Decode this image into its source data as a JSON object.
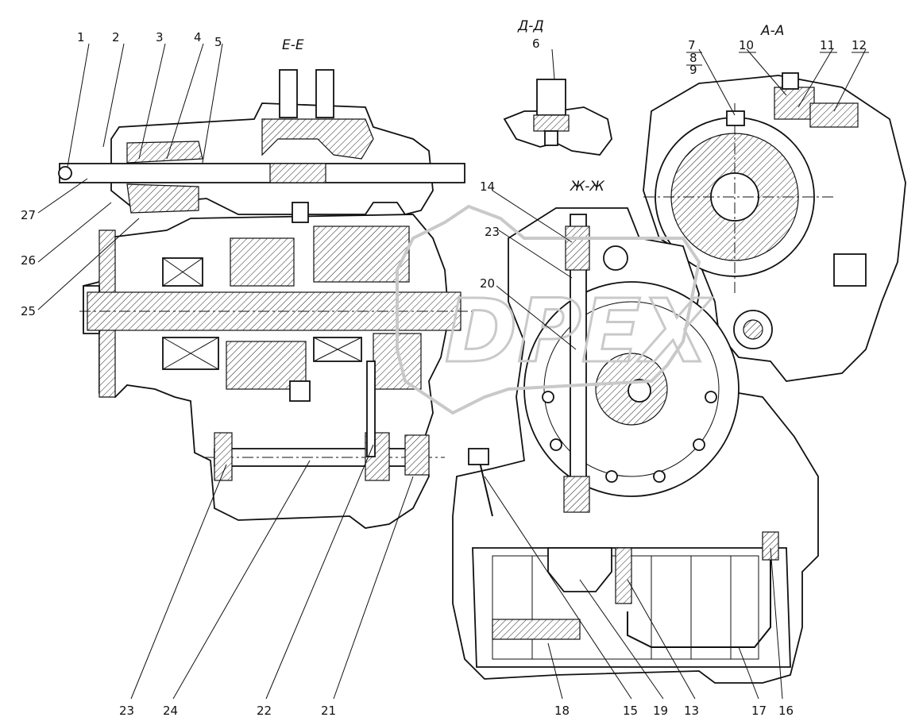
{
  "sections": {
    "e_e": "Е-Е",
    "d_d": "Д-Д",
    "a_a": "А-А",
    "zh_zh": "Ж-Ж"
  },
  "callouts": {
    "c1": "1",
    "c2": "2",
    "c3": "3",
    "c4": "4",
    "c5": "5",
    "c6": "6",
    "c7": "7",
    "c8": "8",
    "c9": "9",
    "c10": "10",
    "c11": "11",
    "c12": "12",
    "c13": "13",
    "c14": "14",
    "c15": "15",
    "c16": "16",
    "c17": "17",
    "c18": "18",
    "c19": "19",
    "c20": "20",
    "c21": "21",
    "c22": "22",
    "c23a": "23",
    "c23b": "23",
    "c24": "24",
    "c25": "25",
    "c26": "26",
    "c27": "27"
  },
  "watermark": "DPEX"
}
